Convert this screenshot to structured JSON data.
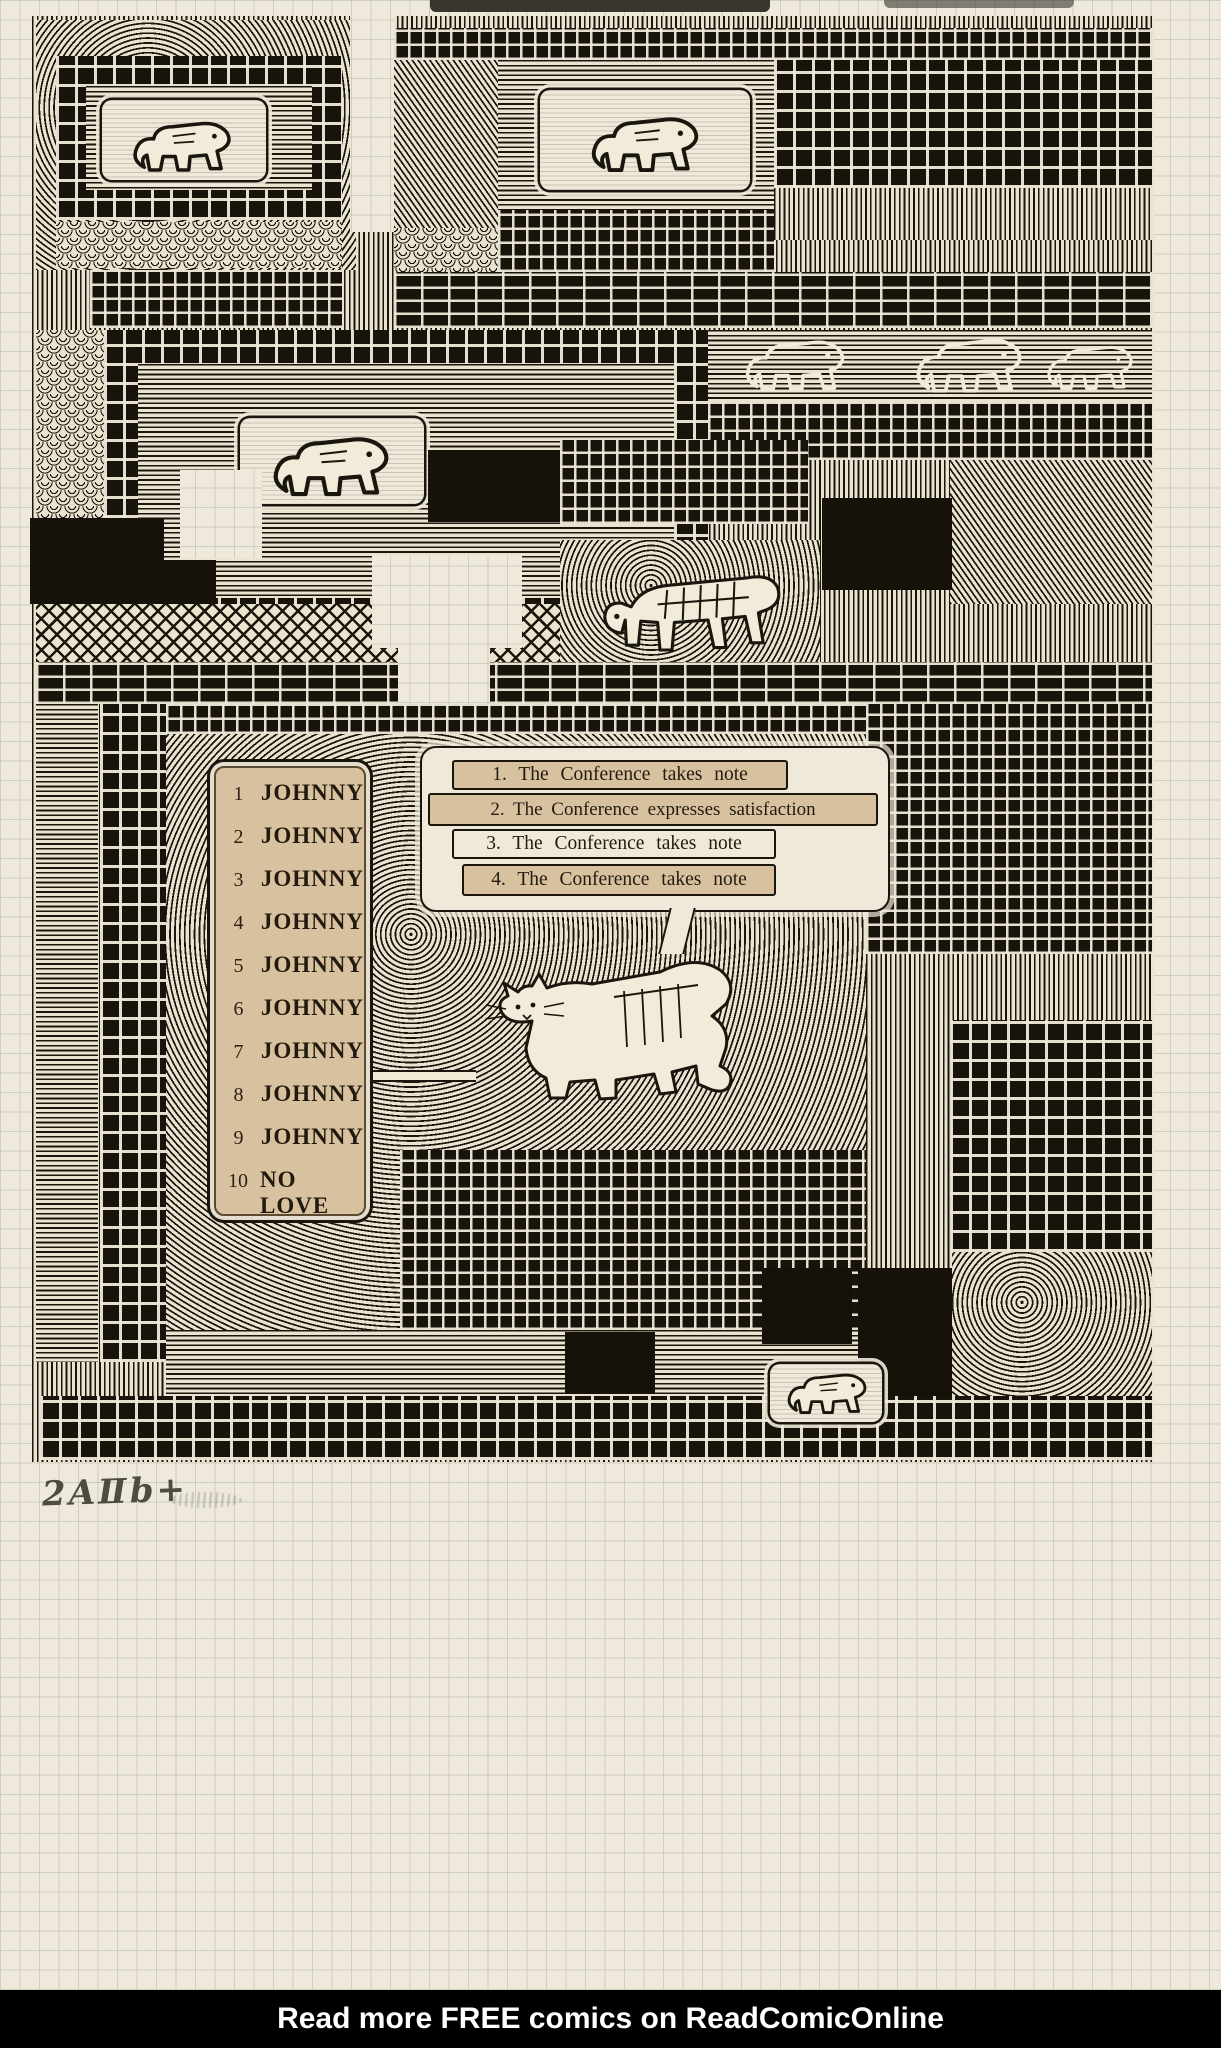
{
  "banner": {
    "text": "Read more FREE comics on ReadComicOnline"
  },
  "annotation": {
    "text": "2AⅡb+"
  },
  "artwork": {
    "johnny_list": {
      "items": [
        {
          "num": "1",
          "label": "JOHNNY"
        },
        {
          "num": "2",
          "label": "JOHNNY"
        },
        {
          "num": "3",
          "label": "JOHNNY"
        },
        {
          "num": "4",
          "label": "JOHNNY"
        },
        {
          "num": "5",
          "label": "JOHNNY"
        },
        {
          "num": "6",
          "label": "JOHNNY"
        },
        {
          "num": "7",
          "label": "JOHNNY"
        },
        {
          "num": "8",
          "label": "JOHNNY"
        },
        {
          "num": "9",
          "label": "JOHNNY"
        },
        {
          "num": "10",
          "label": "NO LOVE"
        }
      ]
    },
    "conference_strips": [
      "1. The Conference takes note",
      "2. The Conference expresses satisfaction",
      "3. The Conference takes note",
      "4. The Conference takes note"
    ],
    "figures": {
      "top_left": "small-creature",
      "top_right": "small-creature",
      "middle_panel": "small-creature",
      "center": "skeleton-creature",
      "right_band": [
        "outline-creature",
        "outline-creature",
        "outline-creature"
      ],
      "bottom_center": "cat-figure",
      "bottom_right": "small-creature"
    },
    "colors": {
      "ink": "#1b160d",
      "graph_paper": "#eee9db",
      "grid_line": "#a6ac9e",
      "collage_tan": "#d8c19f",
      "collage_light": "#efe9d8",
      "banner_bg": "#000000",
      "banner_text": "#ffffff"
    }
  }
}
